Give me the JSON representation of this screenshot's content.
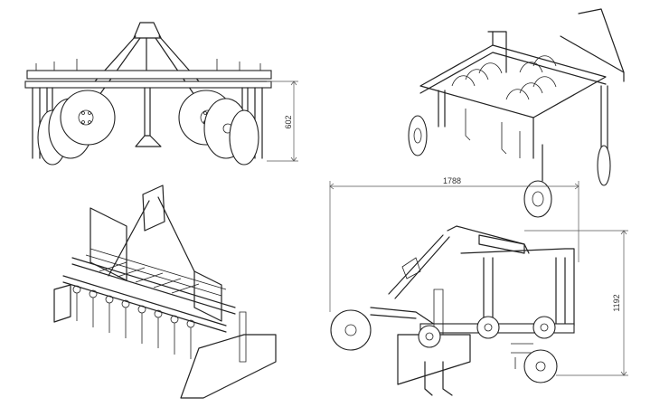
{
  "dimensions": {
    "front_height": "602",
    "side_length": "1788",
    "side_height": "1192"
  },
  "colors": {
    "line": "#222222",
    "dimension": "#555555",
    "background": "#ffffff"
  }
}
